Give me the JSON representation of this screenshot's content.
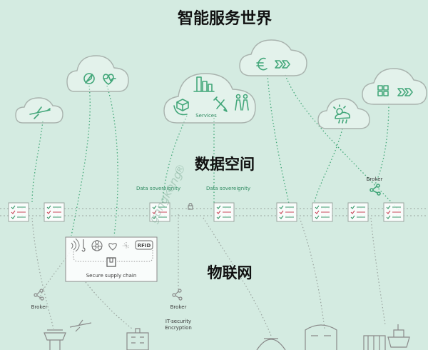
{
  "layers": {
    "top": "智能服务世界",
    "middle": "数据空间",
    "bottom": "物联网"
  },
  "labels": {
    "services": "Services",
    "data_sovereignity_1": "Data sovereignity",
    "data_sovereignity_2": "Data sovereignity",
    "broker_top": "Broker",
    "broker_left": "Broker",
    "broker_mid": "Broker",
    "secure_supply_chain": "Secure supply chain",
    "rfid": "RFID",
    "it_security": "IT-security",
    "encryption": "Encryption"
  },
  "watermark": {
    "text": "gongkong",
    "mark": "®"
  },
  "colors": {
    "background": "#d4ebe1",
    "accent_green": "#43a77a",
    "cloud_outline": "#a9b3ae",
    "text_dark": "#111111"
  },
  "icons": [
    "airplane-icon",
    "compass-icon",
    "health-icon",
    "euro-icon",
    "chevrons-icon",
    "chart-icon",
    "box-icon",
    "tools-icon",
    "people-icon",
    "grid-icon",
    "weather-icon",
    "share-node-icon",
    "signal-icon",
    "thermometer-icon",
    "biohazard-icon",
    "heart-icon",
    "tower-icon",
    "airport-icon",
    "ship-icon",
    "building-icon"
  ]
}
